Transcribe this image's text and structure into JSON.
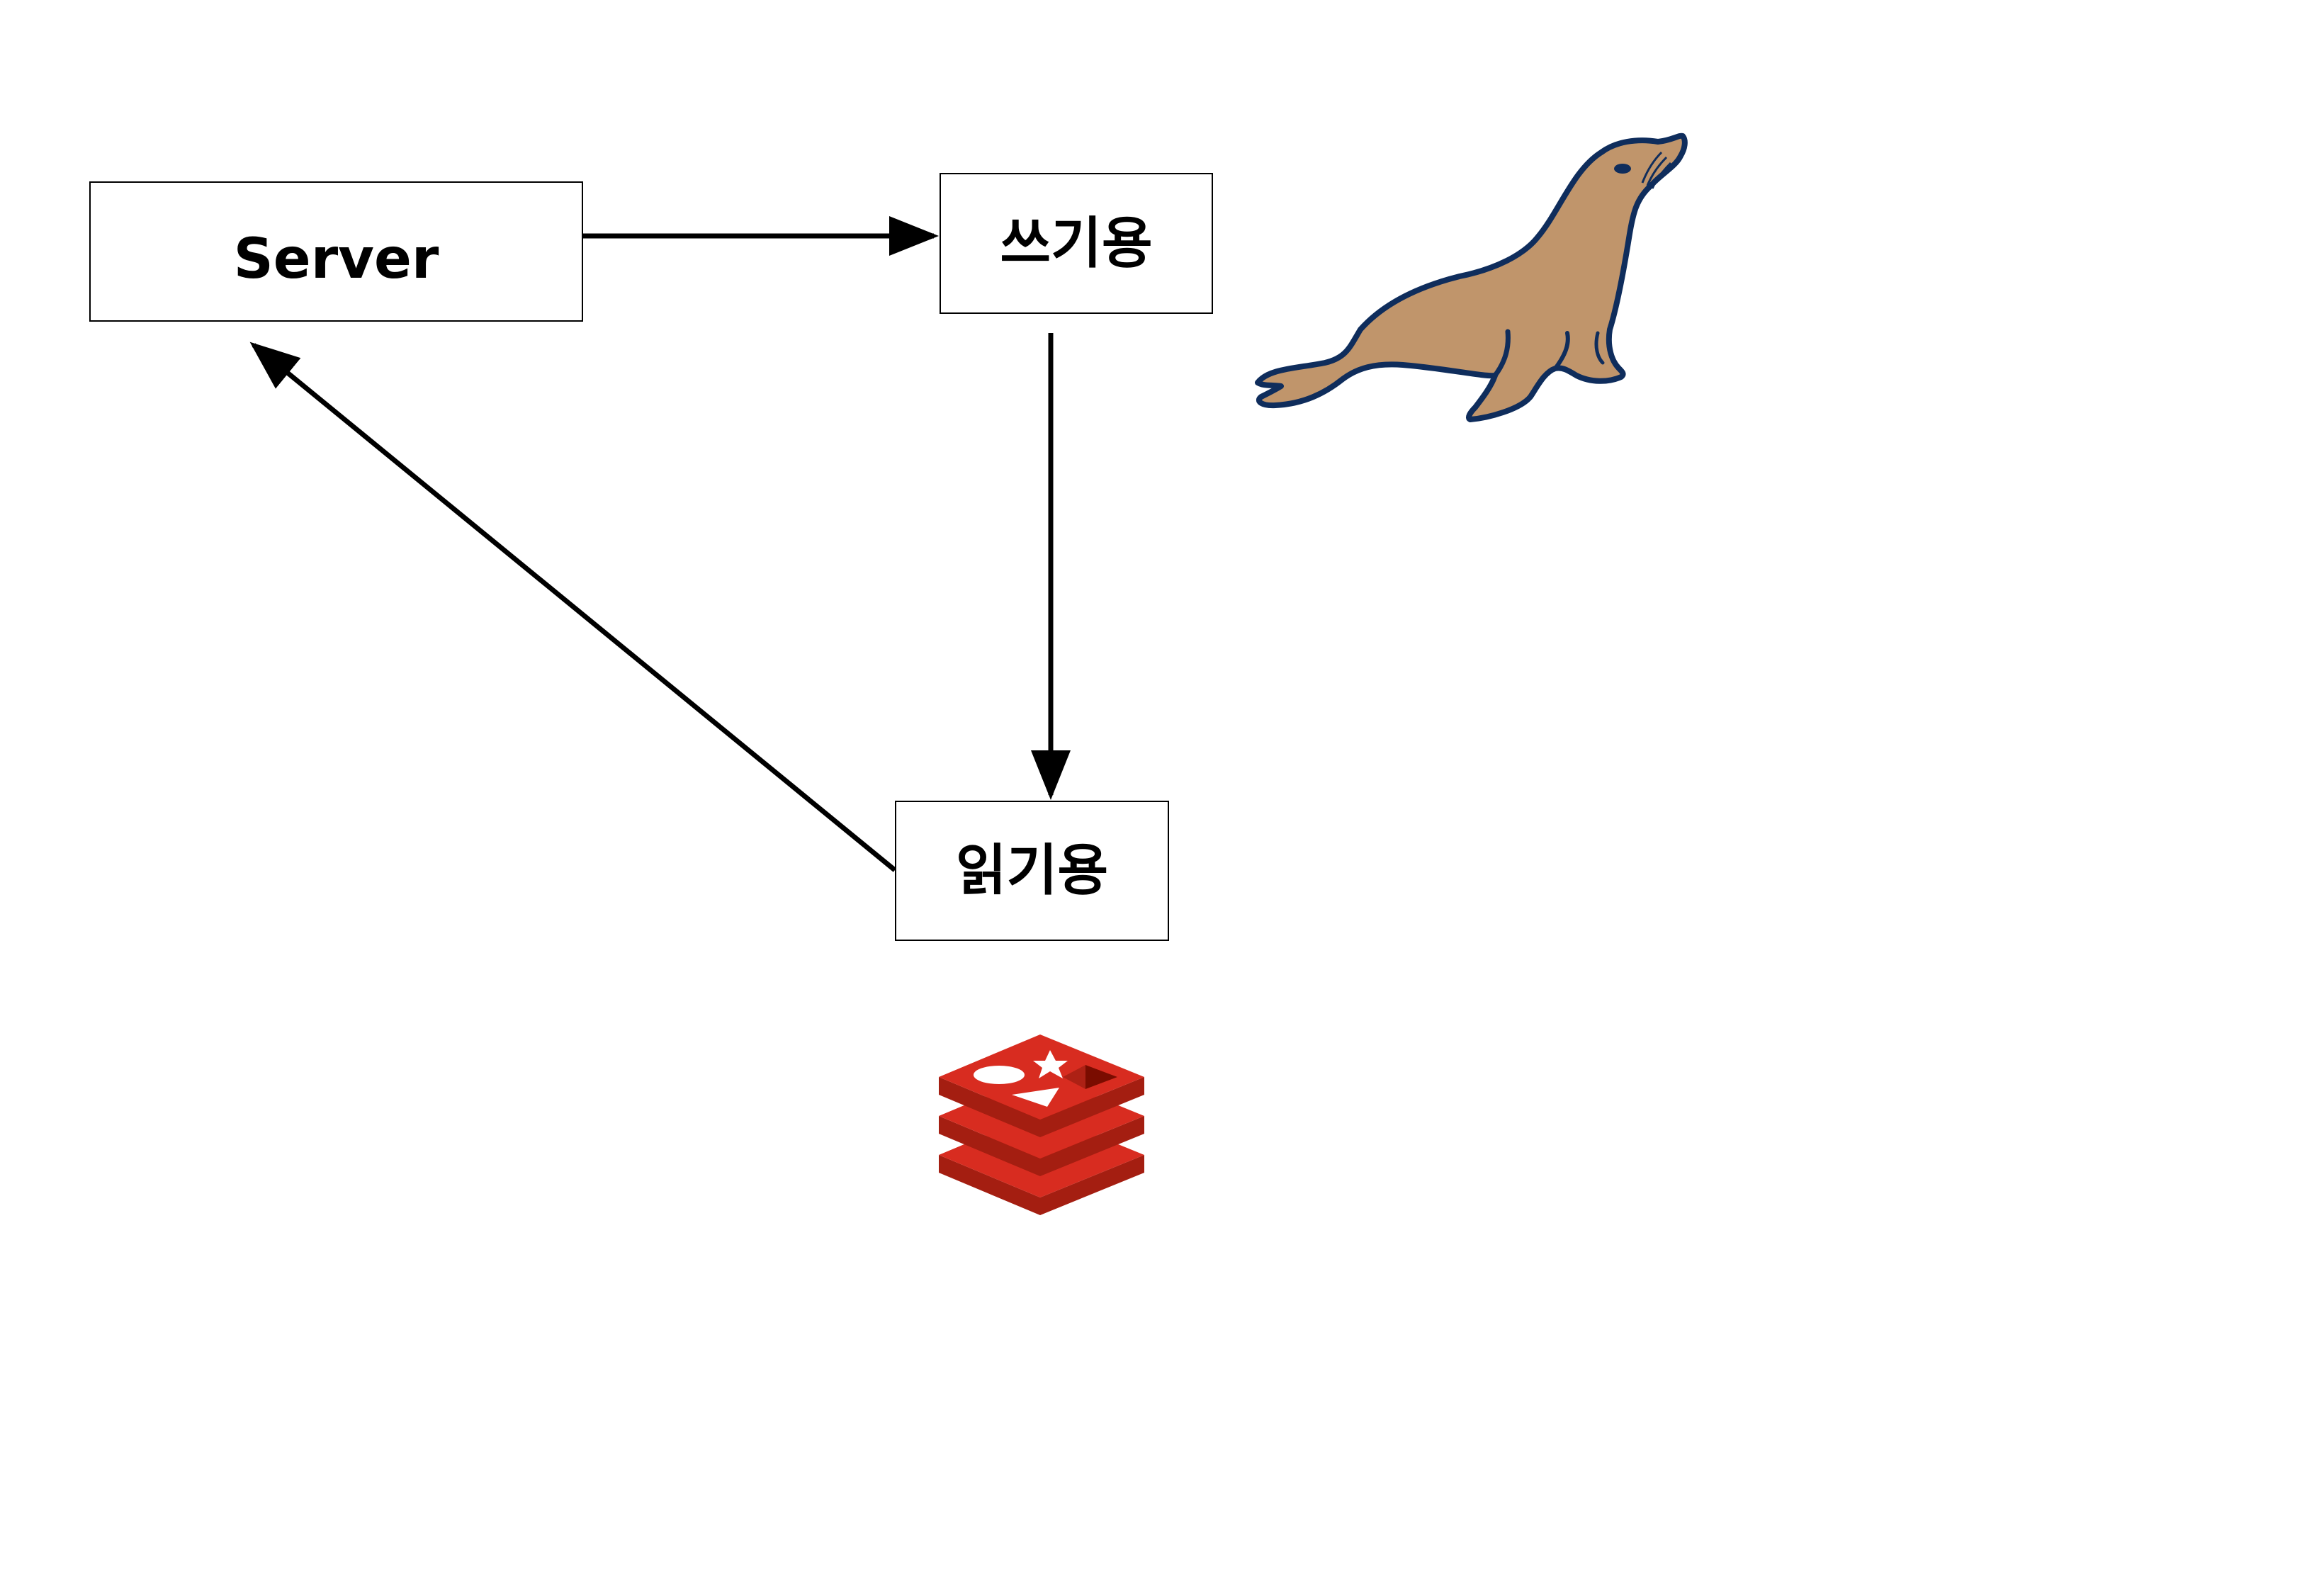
{
  "nodes": {
    "server": {
      "label": "Server"
    },
    "write_db": {
      "label": "쓰기용"
    },
    "read_db": {
      "label": "읽기용"
    }
  },
  "edges": [
    {
      "from": "server",
      "to": "write_db"
    },
    {
      "from": "write_db",
      "to": "read_db"
    },
    {
      "from": "read_db",
      "to": "server"
    }
  ],
  "icons": {
    "write_db": "mariadb-seal-icon",
    "read_db": "redis-icon"
  },
  "colors": {
    "stroke": "#000000",
    "seal_body": "#c0956b",
    "seal_outline": "#0f2d5c",
    "redis_red": "#d82c20",
    "redis_dark": "#a41e11",
    "redis_mid": "#b52417"
  }
}
